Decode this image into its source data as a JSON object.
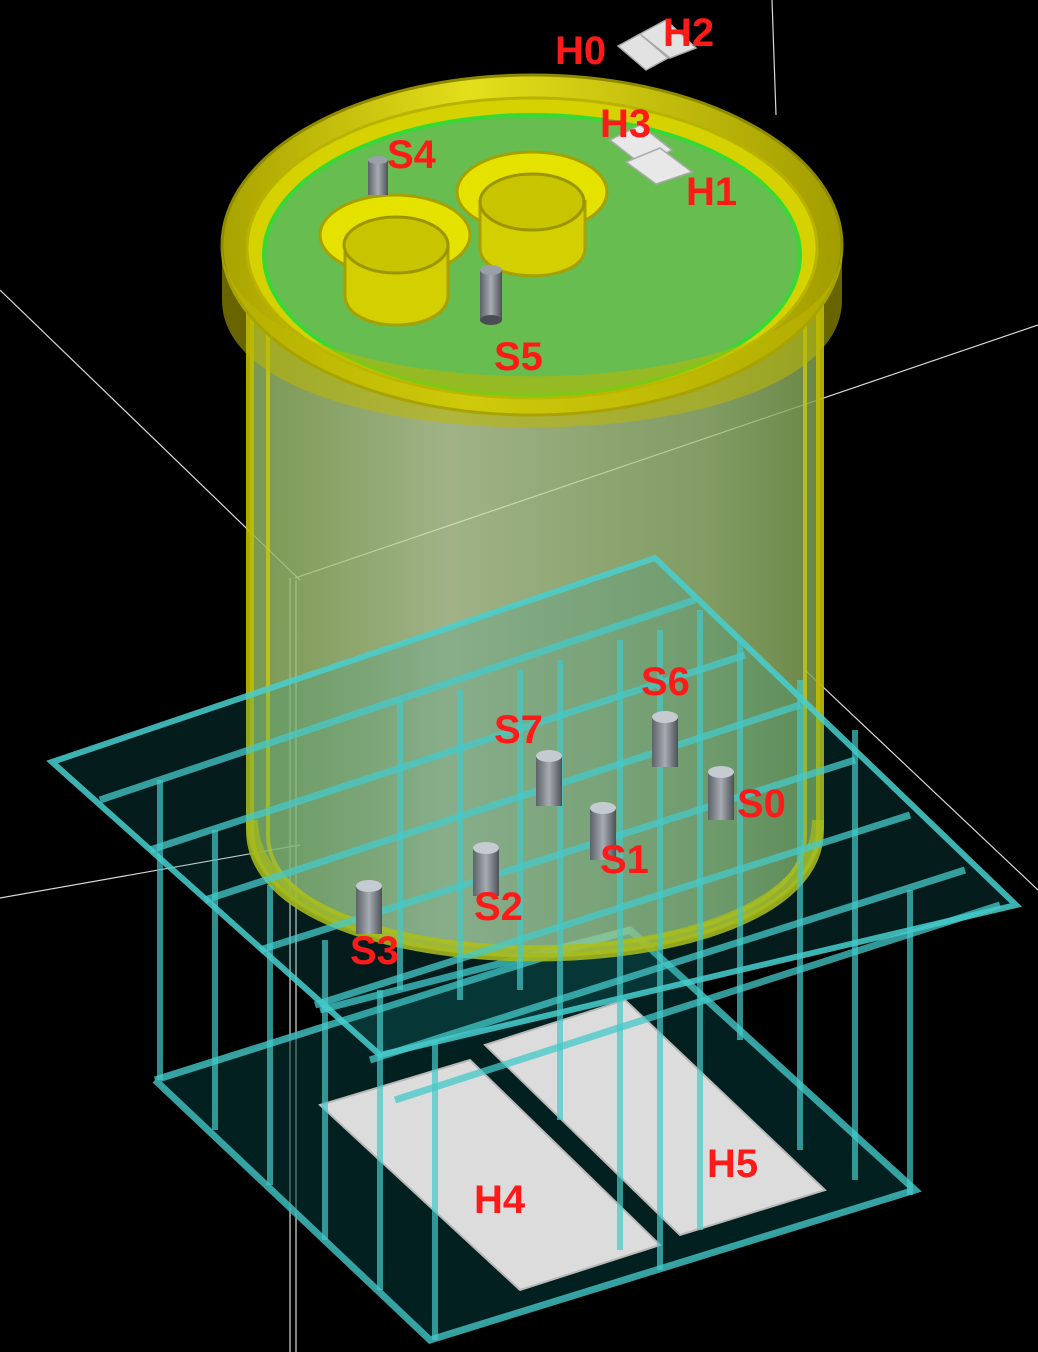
{
  "labels": {
    "H0": "H0",
    "H1": "H1",
    "H2": "H2",
    "H3": "H3",
    "H4": "H4",
    "H5": "H5",
    "S0": "S0",
    "S1": "S1",
    "S2": "S2",
    "S3": "S3",
    "S4": "S4",
    "S5": "S5",
    "S6": "S6",
    "S7": "S7"
  },
  "colors": {
    "background": "#000000",
    "label": "#ff1a1a",
    "tank_rim": "#c9c400",
    "tank_lid": "#5fb84a",
    "tank_body": "#b4d88e",
    "frame": "#45c9c9",
    "panel": "#dcdcdc",
    "sensor": "#8a8f96"
  }
}
